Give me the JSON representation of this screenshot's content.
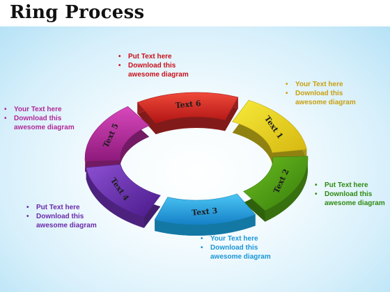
{
  "title": "Ring Process",
  "colors": {
    "red": "#d42a2a",
    "yellow": "#e8d11c",
    "green": "#4c9c14",
    "blue": "#1aa6e4",
    "purple": "#6b2fb0",
    "magenta": "#b82a9f"
  },
  "segments": [
    {
      "label": "Text 1"
    },
    {
      "label": "Text 2"
    },
    {
      "label": "Text 3"
    },
    {
      "label": "Text 4"
    },
    {
      "label": "Text 5"
    },
    {
      "label": "Text 6"
    }
  ],
  "notes": {
    "top": {
      "bullets": [
        "Put Text here",
        "Download this awesome diagram"
      ]
    },
    "top_right": {
      "bullets": [
        "Your Text here",
        "Download this awesome diagram"
      ]
    },
    "right": {
      "bullets": [
        "Put Text here",
        "Download this awesome diagram"
      ]
    },
    "bottom": {
      "bullets": [
        "Your Text here",
        "Download this awesome diagram"
      ]
    },
    "bottom_left": {
      "bullets": [
        "Put Text here",
        "Download this awesome diagram"
      ]
    },
    "left": {
      "bullets": [
        "Your Text here",
        "Download this awesome diagram"
      ]
    }
  }
}
